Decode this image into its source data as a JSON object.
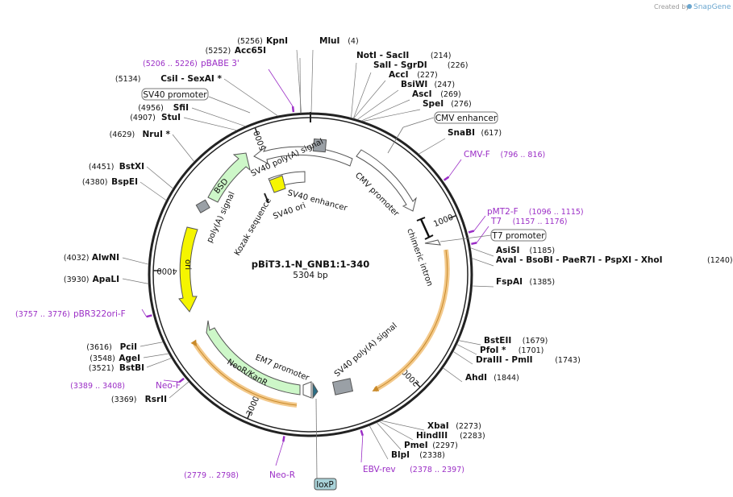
{
  "credit": {
    "prefix": "Created by",
    "brand": "SnapGene"
  },
  "plasmid": {
    "name": "pBiT3.1-N_GNB1:1-340",
    "length": "5304 bp"
  },
  "ticks": [
    {
      "label": "1000",
      "bp": 1000
    },
    {
      "label": "2000",
      "bp": 2000
    },
    {
      "label": "3000",
      "bp": 3000
    },
    {
      "label": "4000",
      "bp": 4000
    },
    {
      "label": "5000",
      "bp": 5000
    }
  ],
  "sites": [
    {
      "name": "KpnI",
      "pos": "(5256)",
      "bp": 5256
    },
    {
      "name": "Acc65I",
      "pos": "(5252)",
      "bp": 5252
    },
    {
      "name": "MluI",
      "pos": "(4)",
      "bp": 4
    },
    {
      "name": "NotI  - SacII",
      "pos": "(214)",
      "bp": 214
    },
    {
      "name": "SalI  - SgrDI",
      "pos": "(226)",
      "bp": 226
    },
    {
      "name": "AccI",
      "pos": "(227)",
      "bp": 227
    },
    {
      "name": "BsiWI",
      "pos": "(247)",
      "bp": 247
    },
    {
      "name": "AscI",
      "pos": "(269)",
      "bp": 269
    },
    {
      "name": "SpeI",
      "pos": "(276)",
      "bp": 276
    },
    {
      "name": "SnaBI",
      "pos": "(617)",
      "bp": 617
    },
    {
      "name": "AsiSI",
      "pos": "(1185)",
      "bp": 1185
    },
    {
      "name": "AvaI  - BsoBI  - PaeR7I  - PspXI  - XhoI",
      "pos": "(1240)",
      "bp": 1240
    },
    {
      "name": "FspAI",
      "pos": "(1385)",
      "bp": 1385
    },
    {
      "name": "BstEII",
      "pos": "(1679)",
      "bp": 1679
    },
    {
      "name": "PfoI *",
      "pos": "(1701)",
      "bp": 1701
    },
    {
      "name": "DraIII  - PmlI",
      "pos": "(1743)",
      "bp": 1743
    },
    {
      "name": "AhdI",
      "pos": "(1844)",
      "bp": 1844
    },
    {
      "name": "XbaI",
      "pos": "(2273)",
      "bp": 2273
    },
    {
      "name": "HindIII",
      "pos": "(2283)",
      "bp": 2283
    },
    {
      "name": "PmeI",
      "pos": "(2297)",
      "bp": 2297
    },
    {
      "name": "BlpI",
      "pos": "(2338)",
      "bp": 2338
    },
    {
      "name": "RsrII",
      "pos": "(3369)",
      "bp": 3369
    },
    {
      "name": "BstBI",
      "pos": "(3521)",
      "bp": 3521
    },
    {
      "name": "AgeI",
      "pos": "(3548)",
      "bp": 3548
    },
    {
      "name": "PciI",
      "pos": "(3616)",
      "bp": 3616
    },
    {
      "name": "ApaLI",
      "pos": "(3930)",
      "bp": 3930
    },
    {
      "name": "AlwNI",
      "pos": "(4032)",
      "bp": 4032
    },
    {
      "name": "BspEI",
      "pos": "(4380)",
      "bp": 4380
    },
    {
      "name": "BstXI",
      "pos": "(4451)",
      "bp": 4451
    },
    {
      "name": "NruI *",
      "pos": "(4629)",
      "bp": 4629
    },
    {
      "name": "StuI",
      "pos": "(4907)",
      "bp": 4907
    },
    {
      "name": "SfiI",
      "pos": "(4956)",
      "bp": 4956
    },
    {
      "name": "CsiI  - SexAI *",
      "pos": "(5134)",
      "bp": 5134
    }
  ],
  "primers": [
    {
      "name": "pBABE 3'",
      "pos": "(5206 .. 5226)",
      "bp": 5216
    },
    {
      "name": "CMV-F",
      "pos": "(796 .. 816)",
      "bp": 806
    },
    {
      "name": "pMT2-F",
      "pos": "(1096 .. 1115)",
      "bp": 1105
    },
    {
      "name": "T7",
      "pos": "(1157 .. 1176)",
      "bp": 1166
    },
    {
      "name": "EBV-rev",
      "pos": "(2378 .. 2397)",
      "bp": 2387
    },
    {
      "name": "Neo-R",
      "pos": "(2779 .. 2798)",
      "bp": 2788
    },
    {
      "name": "Neo-F",
      "pos": "(3389 .. 3408)",
      "bp": 3398
    },
    {
      "name": "pBR322ori-F",
      "pos": "(3757 .. 3776)",
      "bp": 3766
    }
  ],
  "boxed_features": [
    {
      "name": "SV40 promoter"
    },
    {
      "name": "CMV enhancer"
    },
    {
      "name": "T7 promoter"
    },
    {
      "name": "loxP"
    }
  ],
  "features": [
    {
      "name": "CMV promoter"
    },
    {
      "name": "chimeric intron"
    },
    {
      "name": "SV40 poly(A) signal",
      "id": "sv40pa-inner"
    },
    {
      "name": "EM7 promoter"
    },
    {
      "name": "NeoR/KanR"
    },
    {
      "name": "ori"
    },
    {
      "name": "poly(A) signal"
    },
    {
      "name": "BSD"
    },
    {
      "name": "SV40 poly(A) signal",
      "id": "sv40pa-top"
    },
    {
      "name": "SV40 enhancer"
    },
    {
      "name": "SV40 ori"
    },
    {
      "name": "Kozak sequence"
    }
  ],
  "colors": {
    "backbone": "#222222",
    "primer": "#9b2ec6",
    "ori": "#f5f500",
    "bsd": "#cdf7c8",
    "neo": "#cdf7c8",
    "orf_highlight": "#f3c98b",
    "orf_arrow": "#c98a2a",
    "marker_gray": "#9aa0a6",
    "loxp": "#a9d3d9"
  }
}
